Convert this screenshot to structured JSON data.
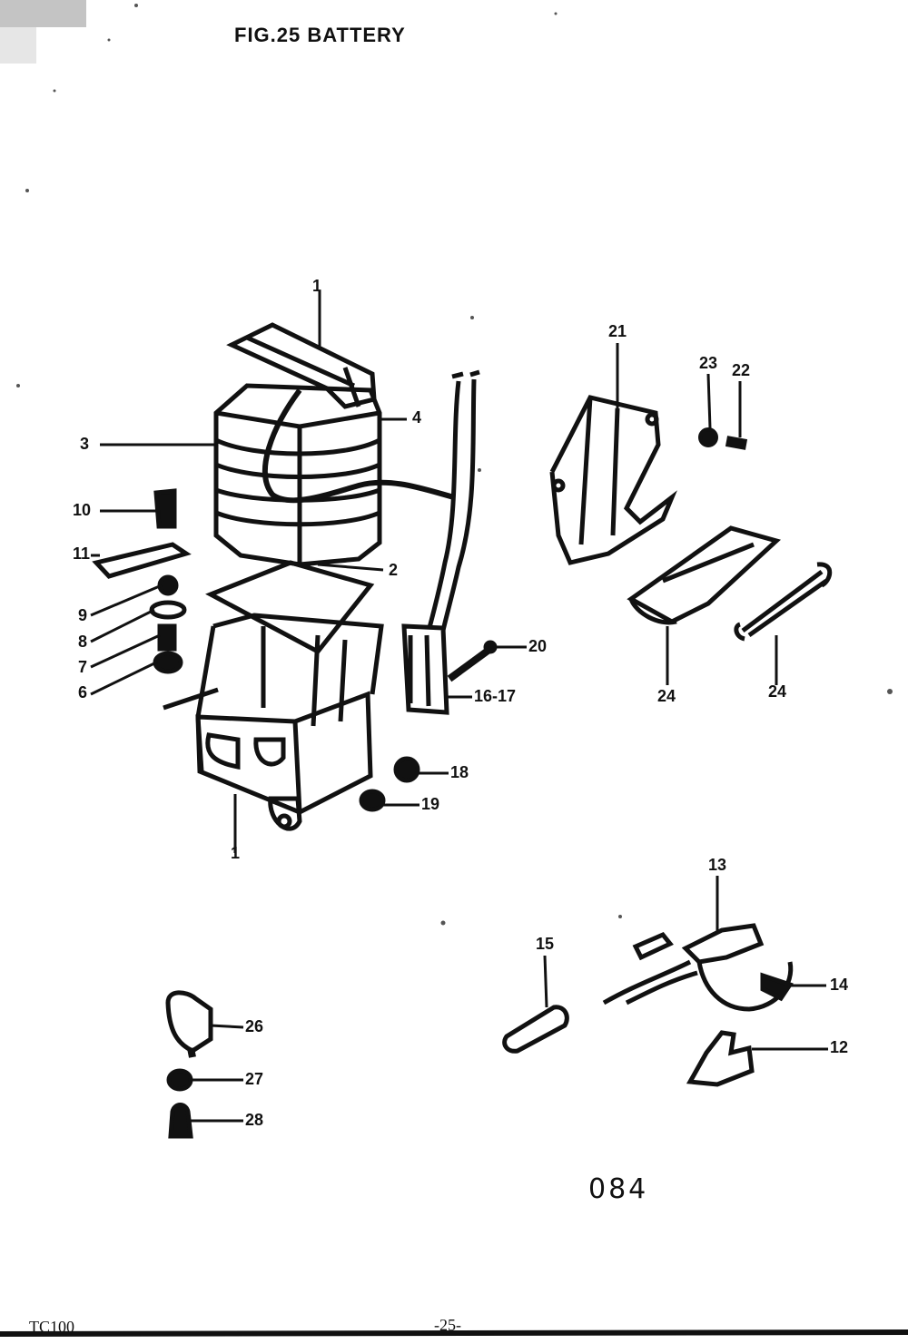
{
  "title": "FIG.25 BATTERY",
  "callouts": [
    "1",
    "1",
    "2",
    "3",
    "4",
    "6",
    "7",
    "8",
    "9",
    "10",
    "11",
    "12",
    "13",
    "14",
    "15",
    "16-17",
    "18",
    "19",
    "20",
    "21",
    "22",
    "23",
    "24",
    "24",
    "26",
    "27",
    "28"
  ],
  "diagram_code": "084",
  "footer": {
    "model": "TC100",
    "page": "-25-"
  }
}
